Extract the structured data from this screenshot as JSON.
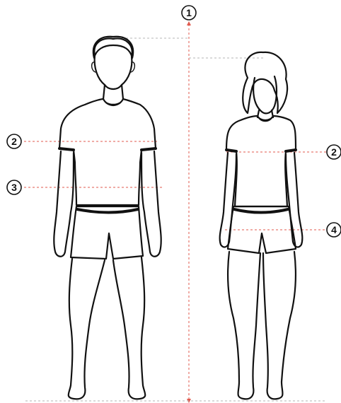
{
  "markers": {
    "height": "1",
    "chest_left": "2",
    "chest_right": "2",
    "waist": "3",
    "hips": "4"
  },
  "colors": {
    "guide_red": "#e05a4e",
    "guide_grey": "#b5b5b5",
    "outline": "#111111",
    "background": "#ffffff"
  }
}
